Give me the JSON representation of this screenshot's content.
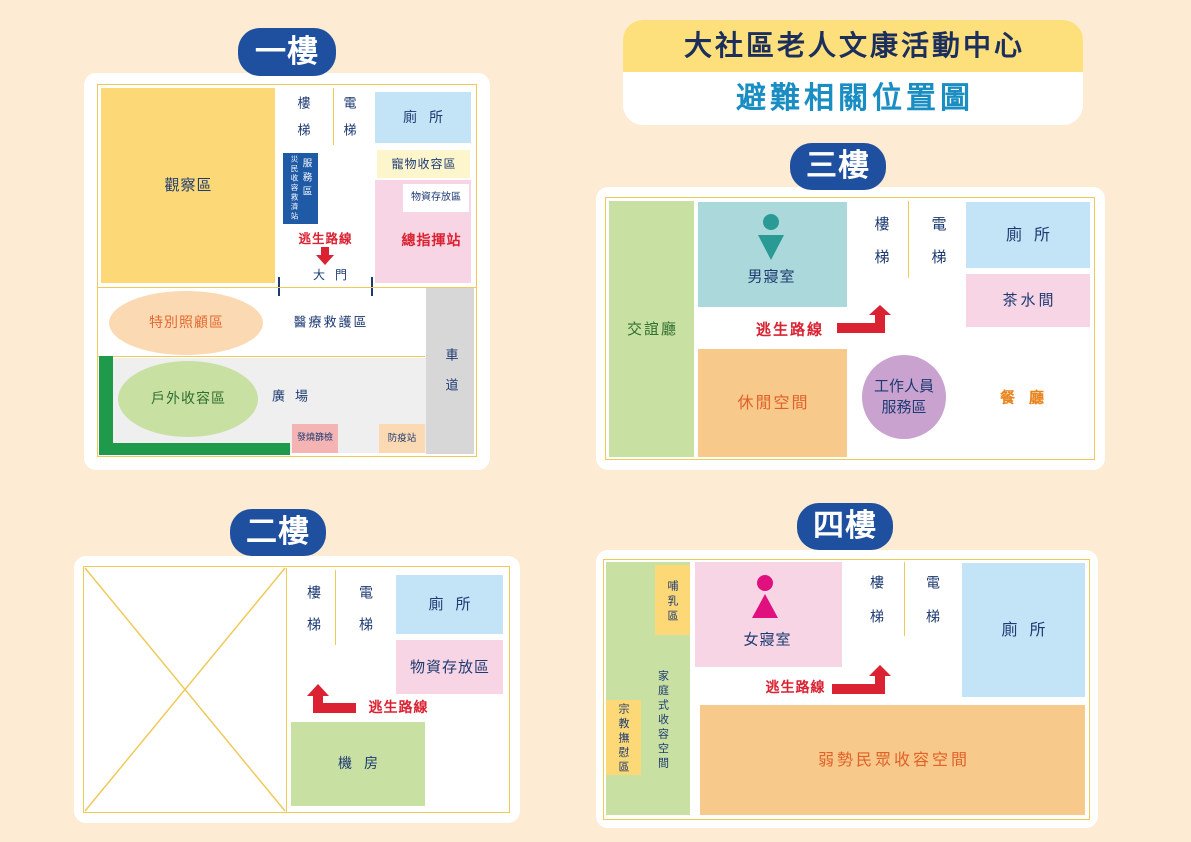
{
  "title": {
    "line1": "大社區老人文康活動中心",
    "line2": "避難相關位置圖"
  },
  "floor1": {
    "label": "一樓",
    "observation_area": "觀察區",
    "stairs": "樓梯",
    "elevator": "電梯",
    "restroom": "廁所",
    "relief_station": "災民收容救濟站",
    "service_area": "服務區",
    "pet_shelter": "寵物收容區",
    "supply_storage": "物資存放區",
    "command_post": "總指揮站",
    "escape_route": "逃生路線",
    "main_gate": "大門",
    "special_care": "特別照顧區",
    "medical_area": "醫療救護區",
    "driveway": "車道",
    "outdoor_shelter": "戶外收容區",
    "plaza": "廣場",
    "fever_screening": "發燒篩檢",
    "epidemic_station": "防疫站"
  },
  "floor2": {
    "label": "二樓",
    "stairs": "樓梯",
    "elevator": "電梯",
    "restroom": "廁所",
    "supply_storage": "物資存放區",
    "escape_route": "逃生路線",
    "machine_room": "機房"
  },
  "floor3": {
    "label": "三樓",
    "lounge": "交誼廳",
    "men_dorm": "男寢室",
    "stairs": "樓梯",
    "elevator": "電梯",
    "restroom": "廁所",
    "pantry": "茶水間",
    "escape_route": "逃生路線",
    "leisure_space": "休閒空間",
    "staff_service": [
      "工作人員",
      "服務區"
    ],
    "dining_hall": "餐廳"
  },
  "floor4": {
    "label": "四樓",
    "nursing_room": "哺乳區",
    "family_shelter": "家庭式收容空間",
    "religious_comfort": "宗教撫慰區",
    "women_dorm": "女寢室",
    "stairs": "樓梯",
    "elevator": "電梯",
    "restroom": "廁所",
    "escape_route": "逃生路線",
    "vulnerable_shelter": "弱勢民眾收容空間"
  },
  "icons": {
    "men_dorm": "male-icon",
    "women_dorm": "female-icon",
    "escape_route": "escape-arrow-icon",
    "unused_area": "cross-out-icon"
  },
  "colors": {
    "page_bg": "#fdebd3",
    "title_top_bg": "#fde07c",
    "title_text": "#1b2e5c",
    "title_subtext": "#1a8ec3",
    "floor_label_bg": "#1f4f9f",
    "line_gold": "#efc95a",
    "text_navy": "#1d3a72",
    "escape_red": "#da2232",
    "yellow_area": "#fcd876",
    "light_yellow_area": "#fdf6cc",
    "blue_area": "#c3e4f7",
    "pink_area": "#f8d5e4",
    "green_area": "#c9e0a3",
    "orange_area": "#f7c98a",
    "peach_area": "#fbdab3",
    "teal_area": "#abd9db",
    "purple_area": "#c9a2cf",
    "gray_area": "#d7d7d7",
    "light_gray_area": "#efefef",
    "dark_green": "#1f9a4a",
    "relief_blue": "#1f5aa6",
    "fever_pink": "#f4b4b4",
    "male_icon": "#2a9a95",
    "female_icon": "#e0117f",
    "orange_text": "#e0612a",
    "care_text": "#e4692f",
    "green_text": "#2e6e2e",
    "dining_text": "#e8841c"
  }
}
